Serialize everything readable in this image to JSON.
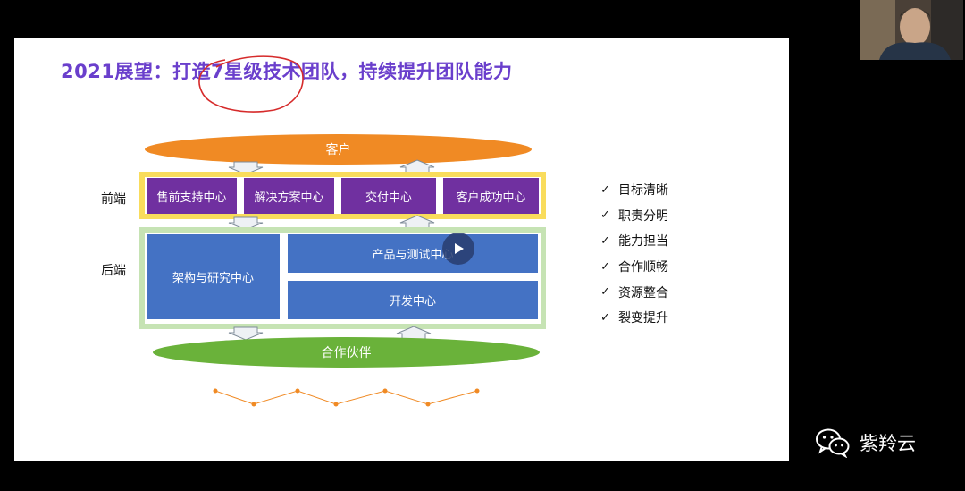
{
  "slide": {
    "title": "2021展望：打造7星级技术团队，持续提升团队能力",
    "colors": {
      "title": "#6a3fcc",
      "customer_ellipse": "#f08a24",
      "partner_ellipse": "#6ab23a",
      "front_border": "#f9dc5c",
      "front_item": "#7030a0",
      "back_border": "#c6e3b4",
      "back_item": "#4472c4",
      "annotation": "#d62b2b"
    },
    "customer": "客户",
    "partner": "合作伙伴",
    "front_label": "前端",
    "back_label": "后端",
    "front_items": [
      "售前支持中心",
      "解决方案中心",
      "交付中心",
      "客户成功中心"
    ],
    "back_items": {
      "architecture": "架构与研究中心",
      "product_test": "产品与测试中心",
      "development": "开发中心"
    },
    "checklist": [
      "目标清晰",
      "职责分明",
      "能力担当",
      "合作顺畅",
      "资源整合",
      "裂变提升"
    ],
    "check_icon": "checkmark-icon"
  },
  "watermark": {
    "text": "紫羚云",
    "icon": "wechat-icon"
  },
  "video": {
    "play_icon": "play-icon"
  }
}
